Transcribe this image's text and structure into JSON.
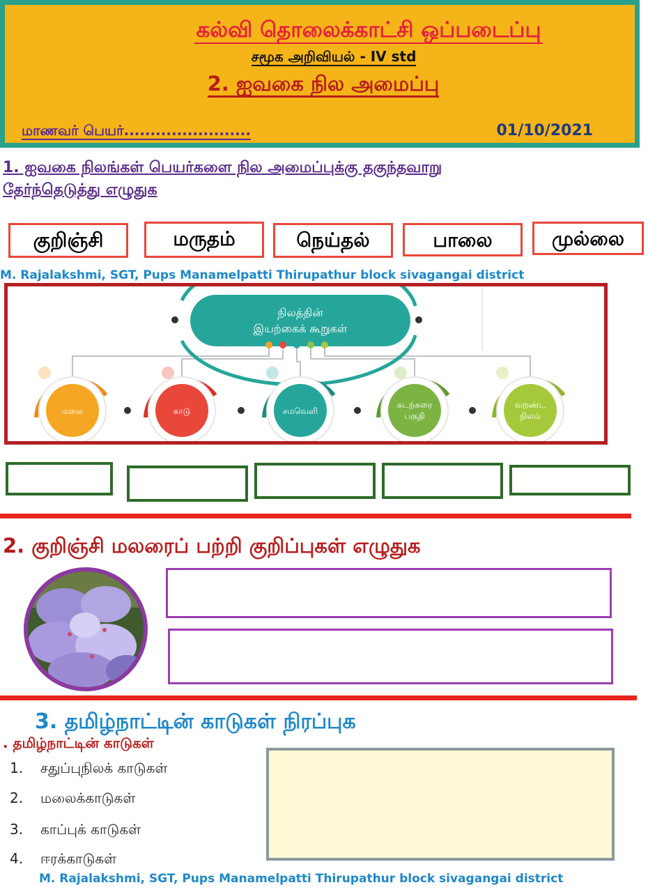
{
  "header": {
    "title": "கல்வி தொலைக்காட்சி ஒப்படைப்பு",
    "subject": "சமூக அறிவியல் - IV std",
    "lesson": "2. ஐவகை நில அமைப்பு",
    "student_name": "மாணவர் பெயர்........................",
    "date": "01/10/2021"
  },
  "section1": {
    "question_line1": "1. ஐவகை நிலங்கள் பெயர்களை நில அமைப்புக்கு தகுந்தவாறு",
    "question_line2": "தேர்ந்தெடுத்து எழுதுக",
    "words": [
      "குறிஞ்சி",
      "மருதம்",
      "நெய்தல்",
      "பாலை",
      "முல்லை"
    ],
    "credit": "M. Rajalakshmi, SGT, Pups Manamelpatti Thirupathur block sivagangai district",
    "diagram": {
      "root_line1": "நிலத்தின்",
      "root_line2": "இயற்கைக் கூறுகள்",
      "dot_colors": [
        "#f3a22d",
        "#e8473a",
        "#26a69a",
        "#8bc34a",
        "#a5c93a"
      ],
      "nodes": [
        {
          "label1": "மலை",
          "label2": "",
          "color": "#f5a623",
          "arc": "#f08a1c",
          "accent": "#fbe3bf"
        },
        {
          "label1": "காடு",
          "label2": "",
          "color": "#e8473a",
          "arc": "#d8332a",
          "accent": "#f7c6c0"
        },
        {
          "label1": "சமவெளி",
          "label2": "",
          "color": "#26a69a",
          "arc": "#1c8b80",
          "accent": "#c3e8e3"
        },
        {
          "label1": "கடற்கரை",
          "label2": "பகுதி",
          "color": "#7cb342",
          "arc": "#5f9a2c",
          "accent": "#dcedc8"
        },
        {
          "label1": "வறண்ட",
          "label2": "நிலம்",
          "color": "#a5c93a",
          "arc": "#8db52a",
          "accent": "#e6f1c6"
        }
      ]
    }
  },
  "section2": {
    "question": "2. குறிஞ்சி மலரைப் பற்றி குறிப்புகள் எழுதுக"
  },
  "section3": {
    "question": "3.  தமிழ்நாட்டின் காடுகள் நிரப்புக",
    "list_heading": ". தமிழ்நாட்டின் காடுகள்",
    "forests": [
      {
        "num": "1.",
        "name": "சதுப்புநிலக் காடுகள்"
      },
      {
        "num": "2.",
        "name": "மலைக்காடுகள்"
      },
      {
        "num": "3.",
        "name": "காப்புக் காடுகள்"
      },
      {
        "num": "4.",
        "name": "ஈரக்காடுகள்"
      }
    ],
    "credit": "M. Rajalakshmi, SGT, Pups Manamelpatti Thirupathur block sivagangai district"
  }
}
